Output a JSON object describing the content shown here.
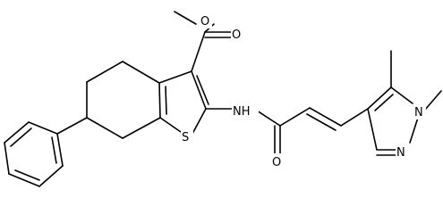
{
  "atoms": {
    "o_ester_single": "O",
    "o_ester_double": "O",
    "nh": "NH",
    "s": "S",
    "o_amide": "O",
    "n1": "N",
    "n2": "N"
  }
}
